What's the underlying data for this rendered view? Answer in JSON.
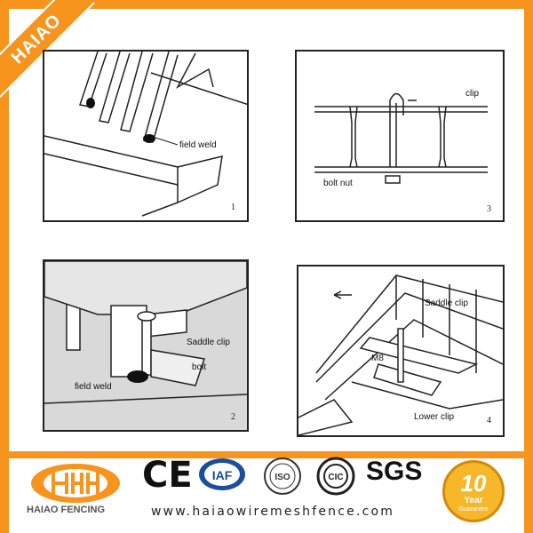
{
  "brand_ribbon": "HAIAO",
  "panels": {
    "p1": {
      "label": "field weld",
      "number": "1"
    },
    "p2": {
      "label_clip": "clip",
      "label_bolt": "bolt nut",
      "number": "3"
    },
    "p3": {
      "label_saddle": "Saddle clip",
      "label_bolt": "bolt",
      "label_weld": "field weld",
      "number": "2"
    },
    "p4": {
      "label_saddle": "Saddle clip",
      "label_m8": "M8",
      "label_lower": "Lower clip",
      "number": "4"
    }
  },
  "footer": {
    "brand": "HAIAO FENCING",
    "certs": [
      "CE",
      "IAF",
      "ISO",
      "CIC",
      "SGS"
    ],
    "url": "www.haiaowiremeshfence.com",
    "badge_big": "10",
    "badge_small": "Year",
    "badge_guarantee": "Guarantee"
  },
  "colors": {
    "accent": "#f7941d",
    "ink": "#222222"
  }
}
